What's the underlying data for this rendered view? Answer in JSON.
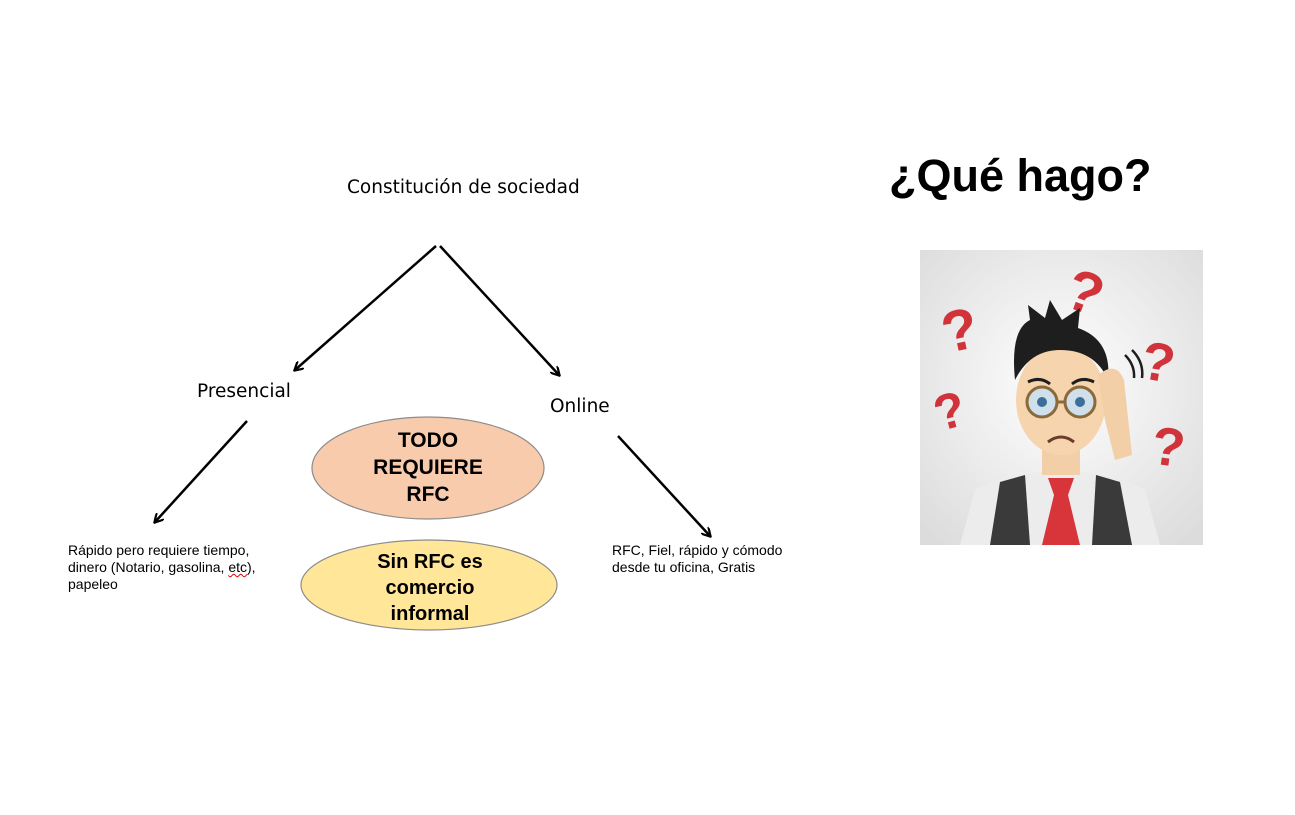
{
  "diagram": {
    "root": "Constitución de sociedad",
    "branches": [
      {
        "label": "Presencial",
        "note_lines": [
          "Rápido pero requiere tiempo,",
          "dinero (Notario, gasolina, ",
          "etc",
          "),",
          "papeleo"
        ]
      },
      {
        "label": "Online",
        "note_lines": [
          "RFC, Fiel, rápido y cómodo",
          "desde tu oficina, Gratis"
        ]
      }
    ],
    "callouts": [
      {
        "lines": [
          "TODO",
          "REQUIERE",
          "RFC"
        ],
        "color": "#f8cbad"
      },
      {
        "lines": [
          "Sin RFC es",
          "comercio",
          "informal"
        ],
        "color": "#ffe699"
      }
    ]
  },
  "side": {
    "title": "¿Qué hago?",
    "image": "confused-man-illustration"
  }
}
